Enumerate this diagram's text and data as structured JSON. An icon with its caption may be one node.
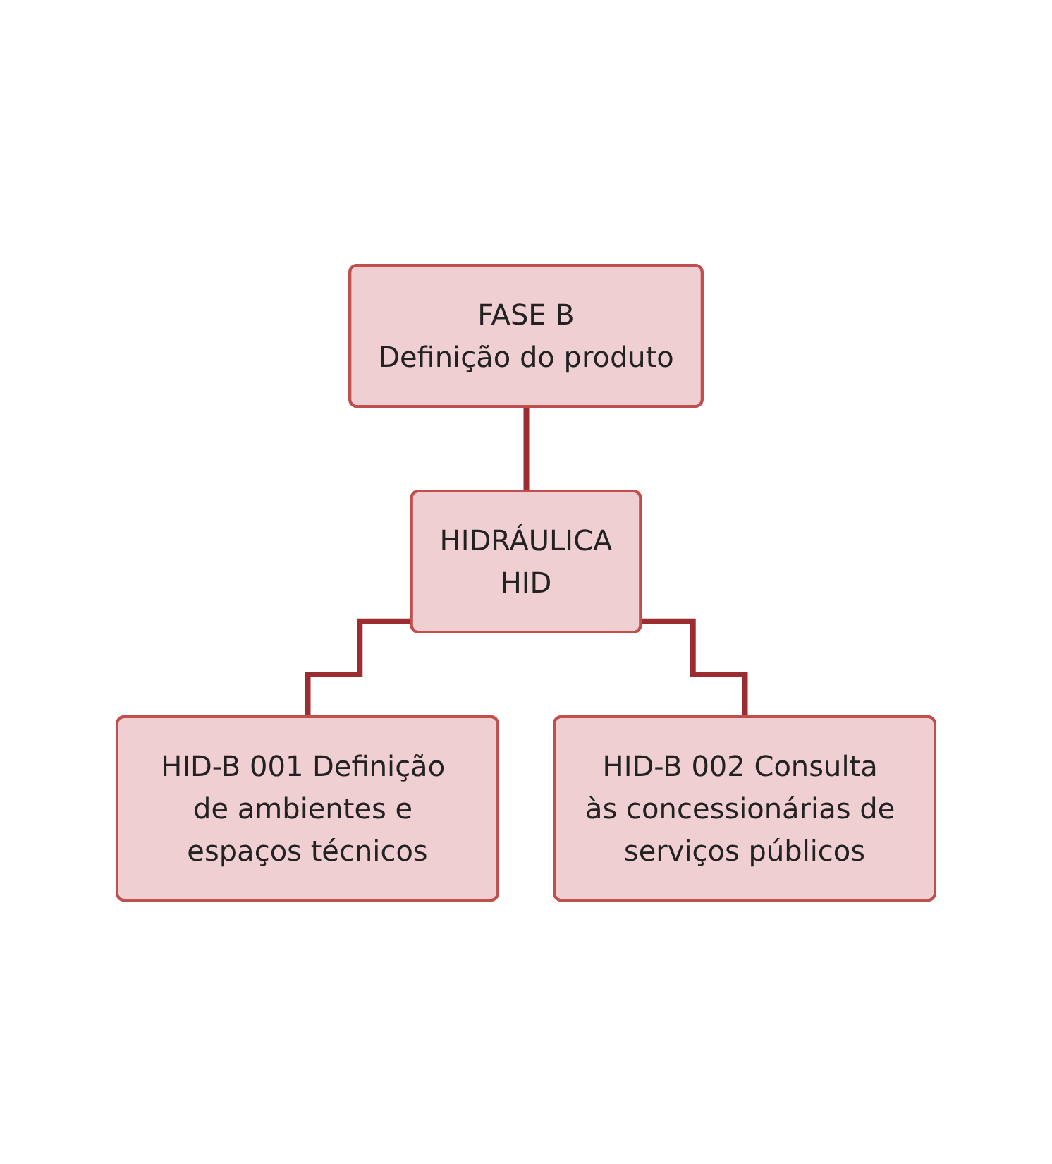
{
  "diagram": {
    "nodes": [
      {
        "text": [
          "FASE B",
          "Definição do produto"
        ]
      },
      {
        "text": [
          "HIDRÁULICA",
          "HID"
        ]
      },
      {
        "text": [
          "HID-B 001 Definição de ambientes e espaços técnicos"
        ]
      },
      {
        "text": [
          "HID-B 002 Consulta às concessionárias de serviços públicos"
        ]
      }
    ],
    "edges": [
      {
        "from": 0,
        "to": 1,
        "arrow": "none"
      },
      {
        "from": 1,
        "to": 2,
        "arrow": "none"
      },
      {
        "from": 1,
        "to": 3,
        "arrow": "none"
      }
    ]
  }
}
